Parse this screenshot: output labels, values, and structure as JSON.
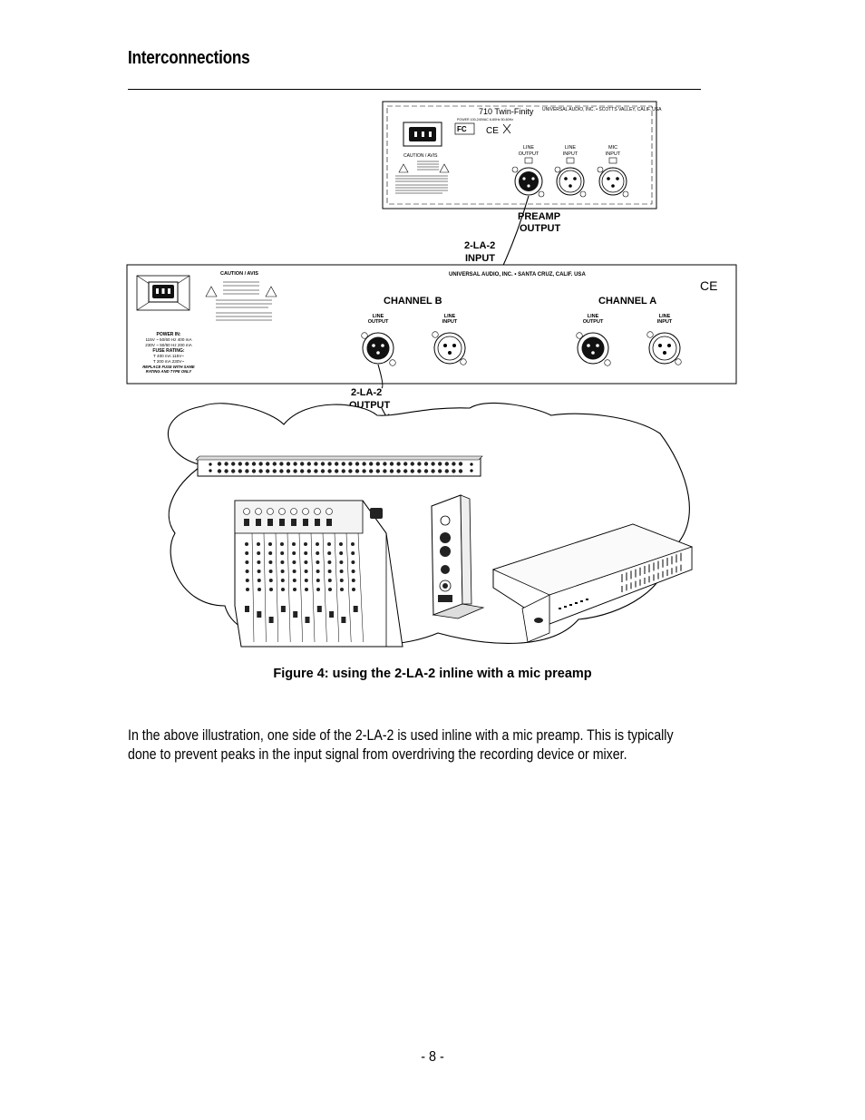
{
  "heading": "Interconnections",
  "figure": {
    "preamp": {
      "model": "710 Twin-Finity",
      "power": "POWER 100-240VAC 6-60Hz 50-60Hz",
      "maker": "UNIVERSAL AUDIO, INC. • SCOTTS VALLEY, CALIF. USA",
      "caution": "CAUTION / AVIS",
      "line_output": "LINE OUTPUT",
      "line_input": "LINE INPUT",
      "mic_input": "MIC INPUT",
      "fc": "FC",
      "ce": "CE"
    },
    "labels": {
      "preamp_output_1": "PREAMP",
      "preamp_output_2": "OUTPUT",
      "la2_input_1": "2-LA-2",
      "la2_input_2": "INPUT",
      "la2_output_1": "2-LA-2",
      "la2_output_2": "OUTPUT"
    },
    "la2": {
      "caution": "CAUTION / AVIS",
      "maker": "UNIVERSAL AUDIO, INC. • SANTA CRUZ, CALIF. USA",
      "channel_b": "CHANNEL B",
      "channel_a": "CHANNEL A",
      "line_output": "LINE OUTPUT",
      "line_input": "LINE INPUT",
      "power_in": "POWER IN:",
      "power_115": "115V ~ 50/60 Hz 400 mA",
      "power_230": "230V ~ 50/60 Hz 200 mA",
      "fuse": "FUSE RATING:",
      "fuse_115": "T 400 mA 115V~",
      "fuse_230": "T 200 mA 230V~",
      "replace_1": "REPLACE FUSE WITH SAME",
      "replace_2": "RATING AND TYPE ONLY",
      "ce": "CE"
    }
  },
  "caption": "Figure 4: using the 2-LA-2 inline with a mic preamp",
  "body": {
    "line1": "In the above illustration, one side of the 2-LA-2 is used inline with a mic preamp.  This is typically",
    "line2": "done to prevent peaks in the input signal from overdriving the recording device or mixer."
  },
  "page_number": "- 8 -"
}
